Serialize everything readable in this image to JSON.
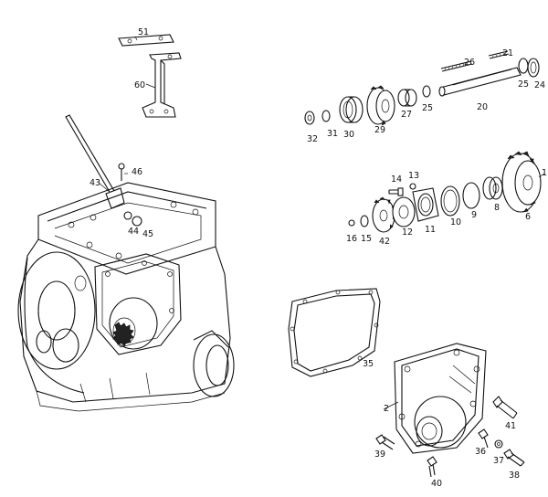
{
  "labels": {
    "l51": "51",
    "l60": "60",
    "l21": "21",
    "l26": "26",
    "l20": "20",
    "l25a": "25",
    "l24": "24",
    "l32": "32",
    "l31": "31",
    "l30": "30",
    "l29": "29",
    "l27": "27",
    "l25b": "25",
    "l46": "46",
    "l43": "43",
    "l44": "44",
    "l45": "45",
    "l14": "14",
    "l13": "13",
    "l16": "16",
    "l15": "15",
    "l42": "42",
    "l12": "12",
    "l11": "11",
    "l10": "10",
    "l9": "9",
    "l8": "8",
    "l6": "6",
    "l1": "1",
    "l35": "35",
    "l2": "2",
    "l41": "41",
    "l39": "39",
    "l36": "36",
    "l37": "37",
    "l38": "38",
    "l40": "40"
  }
}
